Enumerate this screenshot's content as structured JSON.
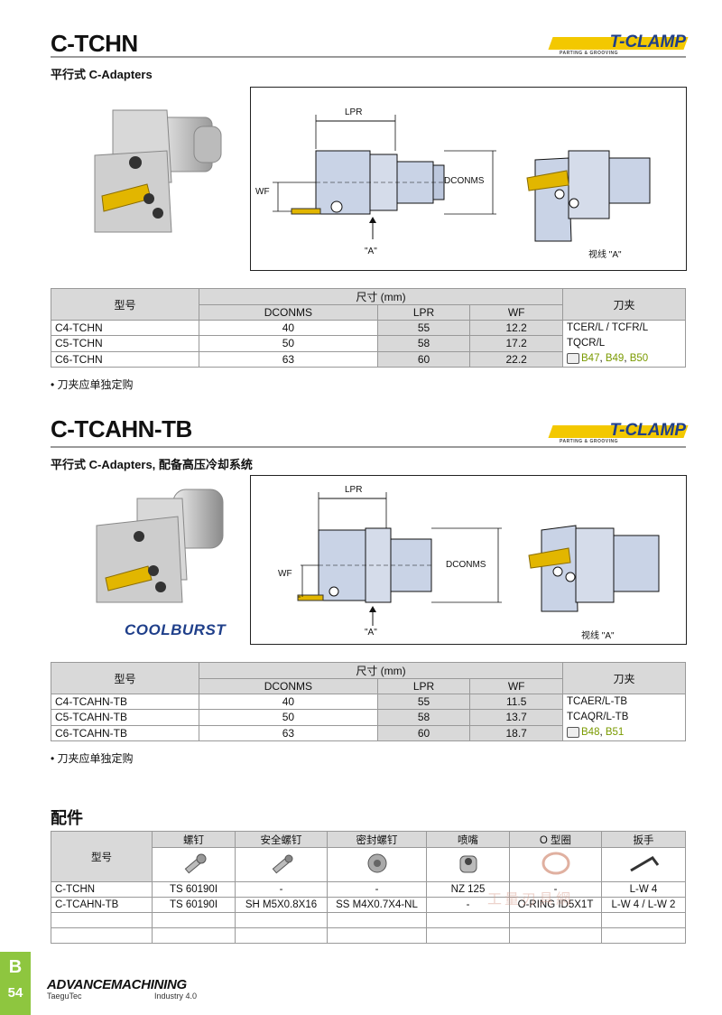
{
  "section1": {
    "title": "C-TCHN",
    "subtitle": "平行式 C-Adapters",
    "brand": "T-CLAMP",
    "brand_sub": "PARTING & GROOVING",
    "diagram": {
      "lpr": "LPR",
      "wf": "WF",
      "dconms": "DCONMS",
      "view_a": "\"A\"",
      "view_label": "视线 \"A\""
    },
    "table": {
      "h_model": "型号",
      "h_dim": "尺寸 (mm)",
      "h_holder": "刀夹",
      "cols": [
        "DCONMS",
        "LPR",
        "WF"
      ],
      "rows": [
        {
          "model": "C4-TCHN",
          "dconms": "40",
          "lpr": "55",
          "wf": "12.2"
        },
        {
          "model": "C5-TCHN",
          "dconms": "50",
          "lpr": "58",
          "wf": "17.2"
        },
        {
          "model": "C6-TCHN",
          "dconms": "63",
          "lpr": "60",
          "wf": "22.2"
        }
      ],
      "holder_line1": "TCER/L / TCFR/L",
      "holder_line2": "TQCR/L",
      "refs": [
        "B47",
        "B49",
        "B50"
      ]
    },
    "note": "• 刀夹应单独定购"
  },
  "section2": {
    "title": "C-TCAHN-TB",
    "subtitle": "平行式 C-Adapters, 配备高压冷却系统",
    "brand": "T-CLAMP",
    "brand_sub": "PARTING & GROOVING",
    "coolburst": "COOLBURST",
    "diagram": {
      "lpr": "LPR",
      "wf": "WF",
      "dconms": "DCONMS",
      "view_a": "\"A\"",
      "view_label": "视线 \"A\""
    },
    "table": {
      "h_model": "型号",
      "h_dim": "尺寸 (mm)",
      "h_holder": "刀夹",
      "cols": [
        "DCONMS",
        "LPR",
        "WF"
      ],
      "rows": [
        {
          "model": "C4-TCAHN-TB",
          "dconms": "40",
          "lpr": "55",
          "wf": "11.5"
        },
        {
          "model": "C5-TCAHN-TB",
          "dconms": "50",
          "lpr": "58",
          "wf": "13.7"
        },
        {
          "model": "C6-TCAHN-TB",
          "dconms": "63",
          "lpr": "60",
          "wf": "18.7"
        }
      ],
      "holder_line1": "TCAER/L-TB",
      "holder_line2": "TCAQR/L-TB",
      "refs": [
        "B48",
        "B51"
      ]
    },
    "note": "• 刀夹应单独定购"
  },
  "parts": {
    "title": "配件",
    "h_model": "型号",
    "headers": [
      "螺钉",
      "安全螺钉",
      "密封螺钉",
      "喷嘴",
      "O 型圈",
      "扳手"
    ],
    "rows": [
      [
        "C-TCHN",
        "TS 60190I",
        "-",
        "-",
        "NZ 125",
        "-",
        "L-W 4"
      ],
      [
        "C-TCAHN-TB",
        "TS 60190I",
        "SH M5X0.8X16",
        "SS M4X0.7X4-NL",
        "-",
        "O-RING ID5X1T",
        "L-W 4 / L-W 2"
      ]
    ],
    "watermark": "工量刃具網"
  },
  "footer": {
    "tab_letter": "B",
    "page_number": "54",
    "logo_main": "ADVANCEMACHINING",
    "logo_left": "TaeguTec",
    "logo_right": "Industry 4.0"
  },
  "colors": {
    "brand_blue": "#1f3f8a",
    "brand_yellow": "#f3c800",
    "tab_green": "#8ec63f",
    "ref_green": "#7a9a00",
    "table_header": "#d9d9d9"
  }
}
